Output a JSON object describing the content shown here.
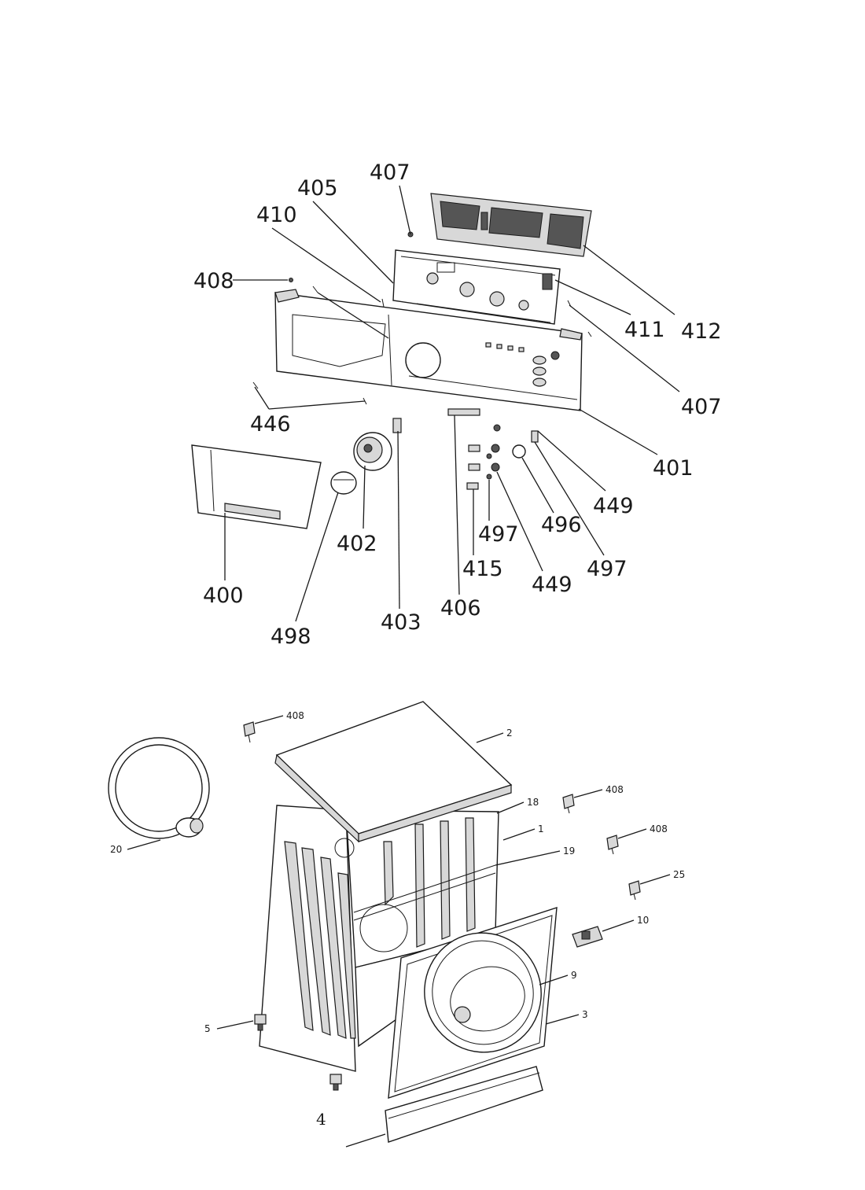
{
  "upper_assembly": {
    "labels": {
      "l400": "400",
      "l401": "401",
      "l402": "402",
      "l403": "403",
      "l405": "405",
      "l406": "406",
      "l407a": "407",
      "l407b": "407",
      "l408": "408",
      "l410": "410",
      "l411": "411",
      "l412": "412",
      "l415": "415",
      "l446": "446",
      "l449a": "449",
      "l449b": "449",
      "l496": "496",
      "l497a": "497",
      "l497b": "497",
      "l498": "498"
    }
  },
  "lower_assembly": {
    "labels": {
      "l1": "1",
      "l2": "2",
      "l3": "3",
      "l4": "4",
      "l5": "5",
      "l9": "9",
      "l10": "10",
      "l18": "18",
      "l19": "19",
      "l20": "20",
      "l25": "25",
      "l408a": "408",
      "l408b": "408",
      "l408c": "408"
    }
  },
  "colors": {
    "line": "#1a1a1a",
    "part_fill": "#ffffff",
    "shade": "#d8d8d8",
    "dark": "#555555"
  }
}
